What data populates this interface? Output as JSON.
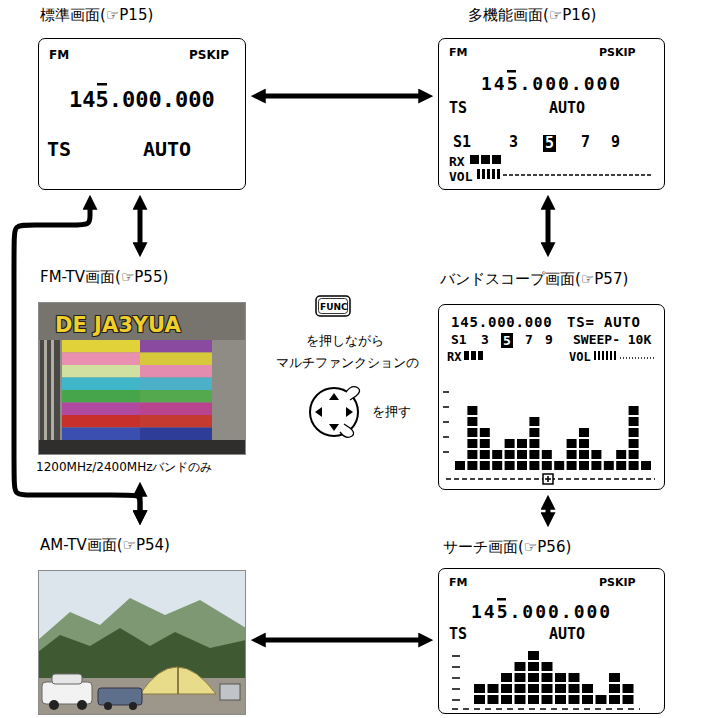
{
  "diagram": {
    "nodes": [
      {
        "text": [
          "標準画面(☞P15)",
          "FM",
          "PSKIP",
          "145.000.000",
          "TS",
          "AUTO"
        ]
      },
      {
        "text": [
          "多機能画面(☞P16)",
          "FM",
          "PSKIP",
          "145.000.000",
          "TS",
          "AUTO",
          "S1",
          "3",
          "5",
          "7",
          "9",
          "RX",
          "VOL"
        ]
      },
      {
        "text": [
          "FM-TV画面(☞P55)",
          "DE JA3YUA",
          "1200MHz/2400MHzバンドのみ"
        ]
      },
      {
        "text": [
          "バンドスコープ画面(☞P57)",
          "145.000.000",
          "TS= AUTO",
          "S1",
          "3",
          "5",
          "7",
          "9",
          "SWEEP- 10K",
          "RX",
          "VOL"
        ]
      },
      {
        "text": [
          "AM-TV画面(☞P54)"
        ]
      },
      {
        "text": [
          "サーチ画面(☞P56)",
          "FM",
          "PSKIP",
          "145.000.000",
          "TS",
          "AUTO"
        ]
      }
    ],
    "edges": [
      {
        "from": 0,
        "to": 1,
        "arrow": "both"
      },
      {
        "from": 0,
        "to": 2,
        "arrow": "both"
      },
      {
        "from": 1,
        "to": 3,
        "arrow": "both"
      },
      {
        "from": 2,
        "to": 4,
        "arrow": "both"
      },
      {
        "from": 3,
        "to": 5,
        "arrow": "both"
      },
      {
        "from": 4,
        "to": 5,
        "arrow": "both"
      },
      {
        "from": 4,
        "to": 0,
        "arrow": "both"
      }
    ],
    "labels": [
      "FUNC",
      "を押しながら",
      "マルチファンクションの",
      "を押す"
    ]
  }
}
